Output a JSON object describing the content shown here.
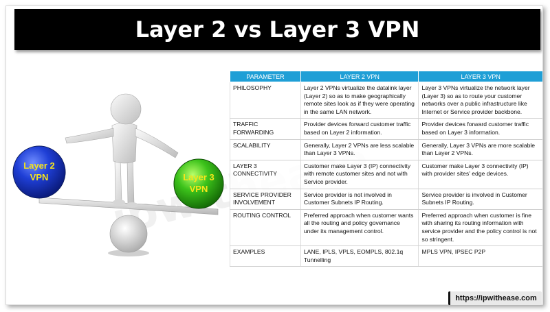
{
  "title": "Layer 2 vs Layer 3 VPN",
  "watermark": "ipwithease",
  "left_ball": {
    "line1": "Layer 2",
    "line2": "VPN",
    "color": "#1f3fd6"
  },
  "right_ball": {
    "line1": "Layer 3",
    "line2": "VPN",
    "color": "#3cc21b"
  },
  "table": {
    "headers": [
      "PARAMETER",
      "LAYER 2 VPN",
      "LAYER 3 VPN"
    ],
    "rows": [
      {
        "param": "PHILOSOPHY",
        "l2": "Layer 2 VPNs virtualize the datalink layer (Layer 2) so as to make geographically remote sites look as if they were operating in the same LAN network.",
        "l3": "Layer 3 VPNs virtualize the network layer (Layer 3) so as to route your customer networks over a public infrastructure like Internet or Service provider backbone."
      },
      {
        "param": "TRAFFIC FORWARDING",
        "l2": "Provider devices forward customer traffic based on Layer 2 information.",
        "l3": "Provider devices forward customer traffic based on Layer 3 information."
      },
      {
        "param": "SCALABILITY",
        "l2": "Generally, Layer 2 VPNs are less scalable than Layer 3 VPNs.",
        "l3": "Generally, Layer 3 VPNs are more scalable than Layer 2 VPNs."
      },
      {
        "param": "LAYER 3 CONNECTIVITY",
        "l2": "Customer make Layer 3 (IP) connectivity with remote customer sites and not with Service provider.",
        "l3": "Customer make Layer 3 connectivity (IP) with provider sites' edge devices."
      },
      {
        "param": "SERVICE PROVIDER INVOLVEMENT",
        "l2": "Service provider is not involved in Customer Subnets IP Routing.",
        "l3": "Service provider is involved in Customer Subnets IP Routing."
      },
      {
        "param": "ROUTING CONTROL",
        "l2": "Preferred approach when customer wants all the routing and policy governance under its management control.",
        "l3": "Preferred approach when customer is fine with sharing its routing information with service provider and the policy control is not so stringent."
      },
      {
        "param": "EXAMPLES",
        "l2": "LANE, IPLS, VPLS, EOMPLS, 802.1q Tunnelling",
        "l3": "MPLS VPN, IPSEC P2P"
      }
    ]
  },
  "url": "https://ipwithease.com"
}
